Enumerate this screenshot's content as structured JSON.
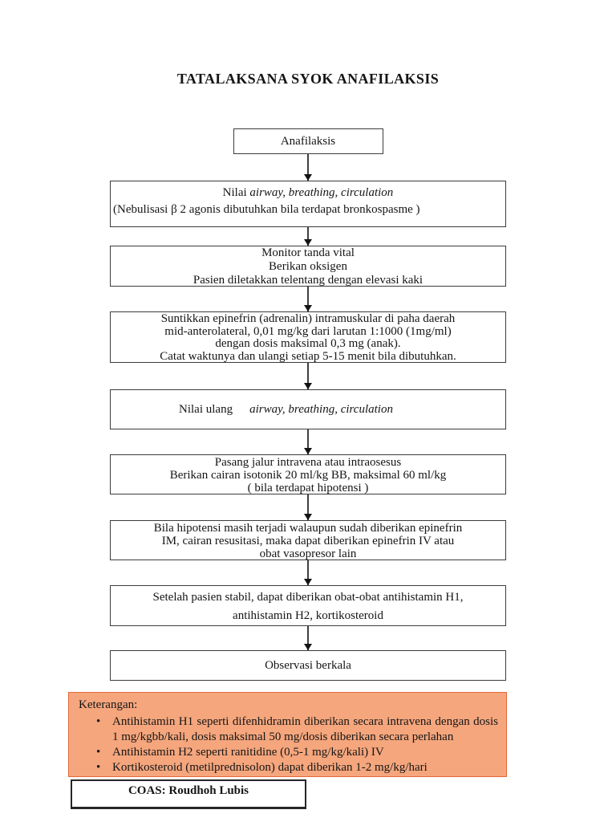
{
  "page": {
    "title": "TATALAKSANA SYOK ANAFILAKSIS"
  },
  "icons": {
    "bullet": "•"
  },
  "flowchart": {
    "start": {
      "label": "Anafilaksis"
    },
    "assess": {
      "line1_prefix": "Nilai ",
      "line1_italic": "airway, breathing, circulation",
      "line2": "(Nebulisasi β 2  agonis dibutuhkan bila terdapat bronkospasme )"
    },
    "monitor": {
      "lines": [
        "Monitor tanda vital",
        "Berikan oksigen",
        "Pasien diletakkan telentang dengan elevasi kaki"
      ]
    },
    "epinephrine": {
      "lines": [
        "Suntikkan epinefrin (adrenalin) intramuskular di paha daerah",
        "mid-anterolateral, 0,01 mg/kg dari larutan 1:1000 (1mg/ml)",
        "dengan dosis maksimal 0,3 mg (anak).",
        "Catat waktunya dan ulangi setiap 5-15 menit bila dibutuhkan."
      ]
    },
    "reassess": {
      "prefix": "Nilai ulang",
      "italic": "airway, breathing, circulation"
    },
    "iv_fluids": {
      "lines": [
        "Pasang jalur intravena atau intraosesus",
        "Berikan cairan isotonik 20 ml/kg BB, maksimal 60 ml/kg",
        "( bila terdapat hipotensi )"
      ]
    },
    "hypotension": {
      "lines": [
        "Bila hipotensi masih terjadi walaupun sudah diberikan epinefrin",
        "IM, cairan resusitasi, maka dapat diberikan epinefrin IV atau",
        "obat vasopresor lain"
      ]
    },
    "stable": {
      "lines": [
        "Setelah pasien stabil, dapat diberikan obat-obat antihistamin H1,",
        "antihistamin H2, kortikosteroid"
      ]
    },
    "observe": {
      "label": "Observasi berkala"
    }
  },
  "notes": {
    "heading": "Keterangan:",
    "bullets": [
      "Antihistamin H1 seperti difenhidramin diberikan secara intravena dengan dosis 1 mg/kgbb/kali, dosis maksimal 50 mg/dosis diberikan secara perlahan",
      "Antihistamin H2 seperti ranitidine (0,5-1 mg/kg/kali) IV",
      "Kortikosteroid (metilprednisolon) dapat diberikan 1-2 mg/kg/hari"
    ],
    "bg_color": "#f5a67d",
    "border_color": "#e2693c"
  },
  "footer": {
    "label": "COAS: Roudhoh Lubis"
  }
}
